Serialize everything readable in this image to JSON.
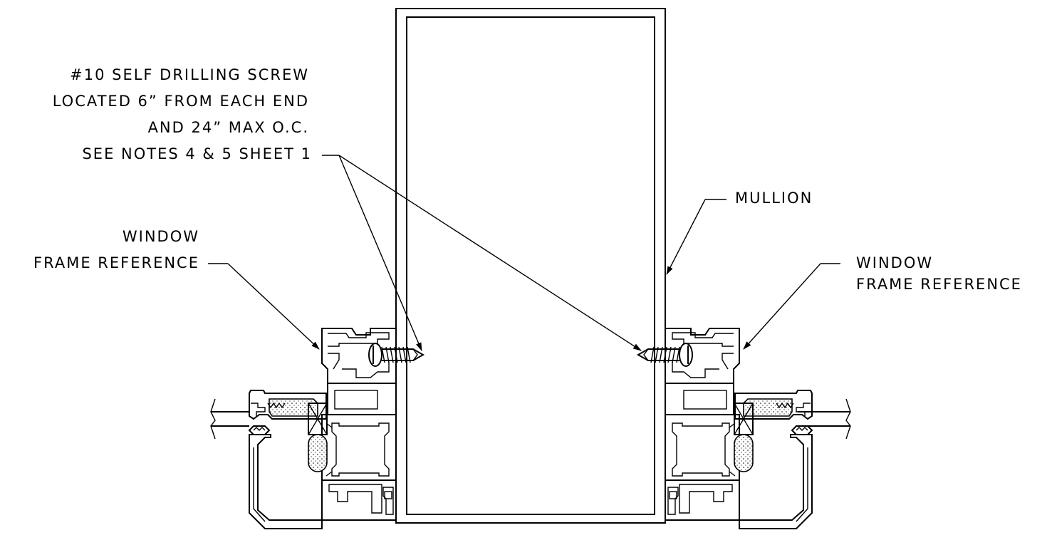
{
  "labels": {
    "screw_note": [
      "#10 SELF DRILLING SCREW",
      "LOCATED 6” FROM EACH END",
      "AND 24” MAX O.C.",
      "SEE NOTES 4 & 5 SHEET 1"
    ],
    "mullion": "MULLION",
    "window_frame_left": [
      "WINDOW",
      "FRAME REFERENCE"
    ],
    "window_frame_right": [
      "WINDOW",
      "FRAME REFERENCE"
    ]
  }
}
